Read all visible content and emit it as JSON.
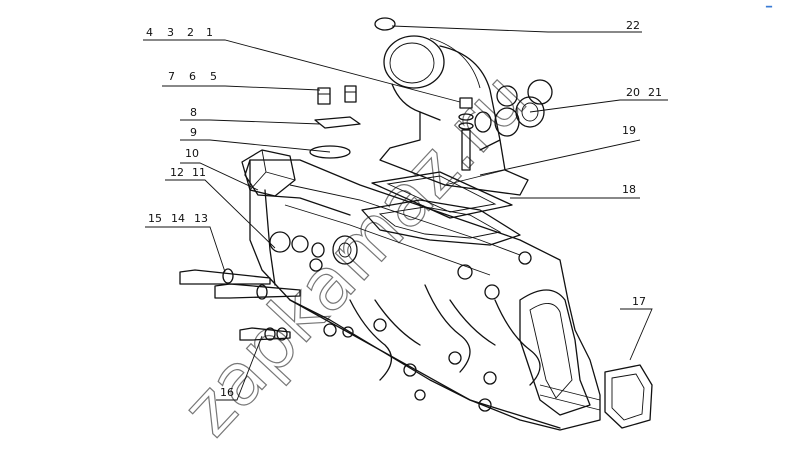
{
  "diagram": {
    "labels": {
      "l1": "1",
      "l2": "2",
      "l3": "3",
      "l4": "4",
      "l5": "5",
      "l6": "6",
      "l7": "7",
      "l8": "8",
      "l9": "9",
      "l10": "10",
      "l11": "11",
      "l12": "12",
      "l13": "13",
      "l14": "14",
      "l15": "15",
      "l16": "16",
      "l17": "17",
      "l18": "18",
      "l19": "19",
      "l20": "20",
      "l21": "21",
      "l22": "22"
    },
    "watermark": "zapkamaz.ru",
    "corner_mark": "━"
  },
  "colors": {
    "line": "#111111",
    "background": "#ffffff",
    "watermark": "#777777",
    "corner_mark": "#3a7bd5"
  }
}
